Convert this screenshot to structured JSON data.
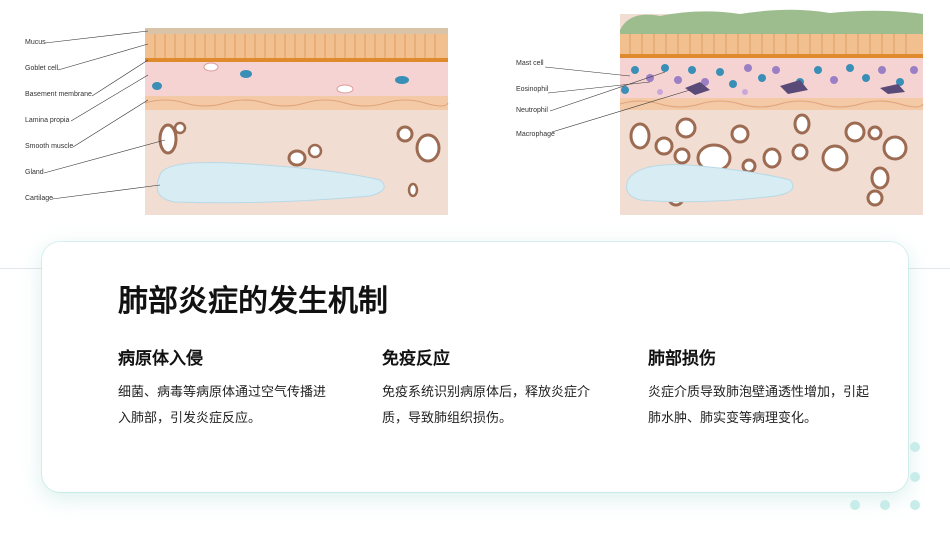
{
  "left_figure": {
    "labels": [
      "Mucus",
      "Goblet cell",
      "Basement membrane",
      "Lamina propia",
      "Smooth muscle",
      "Gland",
      "Cartilage"
    ]
  },
  "right_figure": {
    "labels": [
      "Mast cell",
      "Eosinophil",
      "Neutrophil",
      "Macrophage"
    ]
  },
  "card": {
    "title": "肺部炎症的发生机制",
    "columns": [
      {
        "heading": "病原体入侵",
        "text": "细菌、病毒等病原体通过空气传播进入肺部，引发炎症反应。"
      },
      {
        "heading": "免疫反应",
        "text": "免疫系统识别病原体后，释放炎症介质，导致肺组织损伤。"
      },
      {
        "heading": "肺部损伤",
        "text": "炎症介质导致肺泡壁通透性增加，引起肺水肿、肺实变等病理变化。"
      }
    ]
  },
  "colors": {
    "accent": "#c7ece9",
    "tissue_pink": "#f6d3d3",
    "tissue_base": "#f1ddd2",
    "cartilage": "#d7ecf3"
  }
}
